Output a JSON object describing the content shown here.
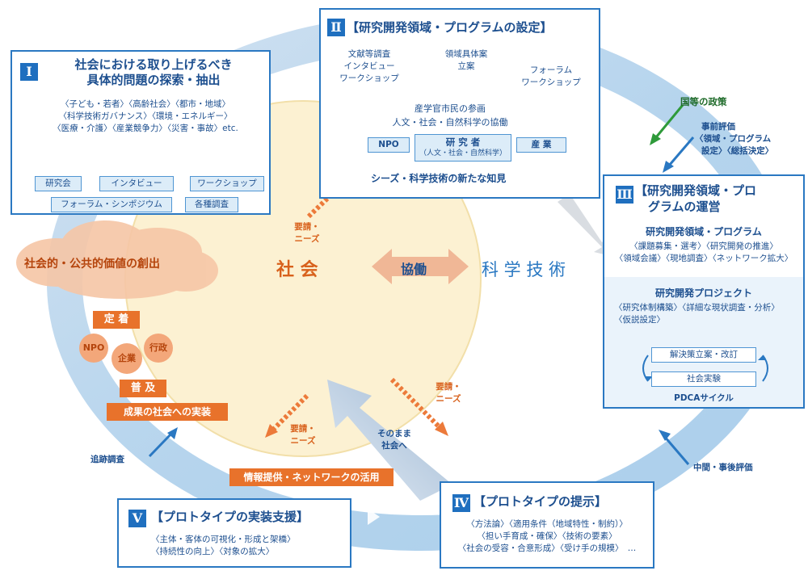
{
  "colors": {
    "accent_blue": "#2a78c2",
    "dark_blue": "#1d4f8f",
    "orange": "#e8722b",
    "green": "#2e9a3a",
    "cream": "#fcf1d2"
  },
  "box1": {
    "roman": "Ⅰ",
    "title_line1": "社会における取り上げるべき",
    "title_line2": "具体的問題の探索・抽出",
    "items": [
      "〈子ども・若者〉〈高齢社会〉〈都市・地域〉",
      "〈科学技術ガバナンス〉〈環境・エネルギー〉",
      "〈医療・介護〉〈産業競争力〉〈災害・事故〉etc."
    ],
    "tags": [
      "研究会",
      "インタビュー",
      "ワークショップ",
      "フォーラム・シンポジウム",
      "各種調査"
    ]
  },
  "box2": {
    "roman": "Ⅱ",
    "title": "【研究開発領域・プログラムの設定】",
    "step1_line1": "文献等調査",
    "step1_line2": "インタビュー",
    "step1_line3": "ワークショップ",
    "step2_line1": "領域具体案",
    "step2_line2": "立案",
    "step3_line1": "フォーラム",
    "step3_line2": "ワークショップ",
    "participation_line1": "産学官市民の参画",
    "participation_line2": "人文・社会・自然科学の協働",
    "npo": "NPO",
    "researcher": "研 究 者",
    "researcher_sub": "（人文・社会・自然科学）",
    "industry": "産 業",
    "seeds": "シーズ・科学技術の新たな知見"
  },
  "box3": {
    "roman": "Ⅲ",
    "title_line1": "【研究開発領域・プロ",
    "title_line2": "グラムの運営",
    "sub1": "研究開発領域・プログラム",
    "sub1_items": [
      "〈課題募集・選考〉〈研究開発の推進〉",
      "〈領域会議〉〈現地調査〉〈ネットワーク拡大〉"
    ],
    "sub2": "研究開発プロジェクト",
    "sub2_items": [
      "〈研究体制構築〉〈詳細な現状調査・分析〉",
      "〈仮説設定〉"
    ],
    "pdca_box1": "解決策立案・改訂",
    "pdca_box2": "社会実験",
    "pdca_label": "PDCAサイクル"
  },
  "box4": {
    "roman": "Ⅳ",
    "title": "【プロトタイプの提示】",
    "items": [
      "〈方法論〉〈適用条件（地域特性・制約）〉",
      "〈担い手育成・確保〉〈技術の要素〉",
      "〈社会の受容・合意形成〉〈受け手の規模〉　…"
    ]
  },
  "box5": {
    "roman": "Ⅴ",
    "title": "【プロトタイプの実装支援】",
    "items": [
      "〈主体・客体の可視化・形成と架橋〉",
      "〈持続性の向上〉〈対象の拡大〉"
    ]
  },
  "center": {
    "society": "社 会",
    "collab": "協働",
    "science": "科 学 技 術"
  },
  "cloud": "社会的・公共的価値の創出",
  "left": {
    "teichaku": "定 着",
    "npo": "NPO",
    "gyosei": "行政",
    "kigyo": "企業",
    "fukyu": "普 及",
    "jisso": "成果の社会への実装"
  },
  "info_bar": "情報提供・ネットワークの活用",
  "labels": {
    "youseki1_line1": "要請・",
    "youseki1_line2": "ニーズ",
    "youseki2_line1": "要請・",
    "youseki2_line2": "ニーズ",
    "youseki3_line1": "要請・",
    "youseki3_line2": "ニーズ",
    "sonomama_line1": "そのまま",
    "sonomama_line2": "社会へ",
    "kuni": "国等の政策",
    "jizen_line1": "事前評価",
    "jizen_line2": "〈領域・プログラム",
    "jizen_line3": "設定〉〈総括決定〉",
    "chukan": "中間・事後評価",
    "tsuiseki": "追跡調査"
  }
}
